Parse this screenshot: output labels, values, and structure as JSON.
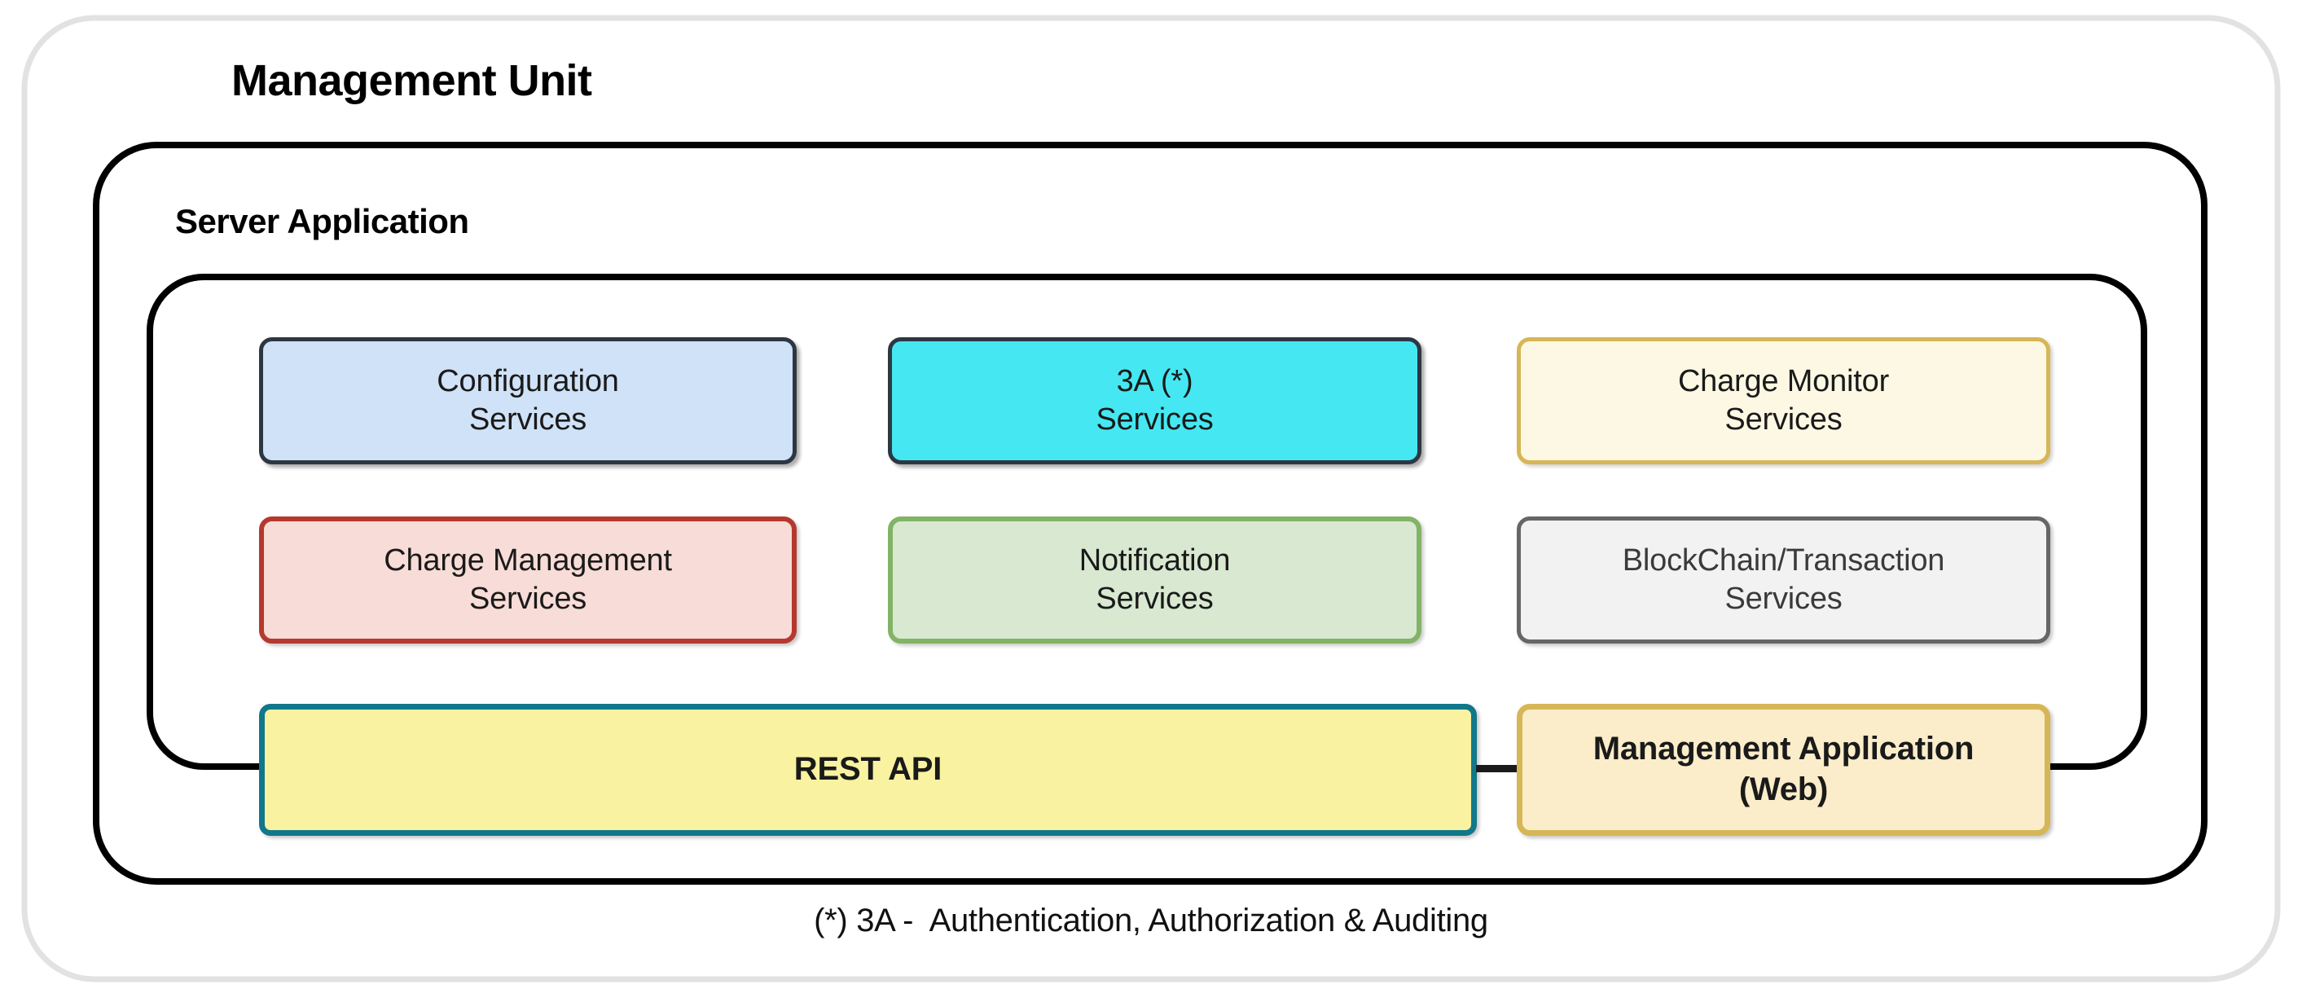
{
  "diagram": {
    "outer_container": {
      "name": "Management Unit",
      "title": "Management Unit",
      "border_color": "#e2e2e2"
    },
    "server_application": {
      "title": "Server Application",
      "border_color": "#000000"
    },
    "services_container": {
      "border_color": "#000000"
    },
    "nodes": [
      {
        "id": "configuration-services",
        "label": "Configuration\nServices",
        "line1": "Configuration",
        "line2": "Services",
        "fill": "#cfe2f7",
        "stroke": "#2d3742"
      },
      {
        "id": "3a-services",
        "label": "3A (*)\nServices",
        "line1": "3A (*)",
        "line2": "Services",
        "fill": "#45e8f2",
        "stroke": "#2d3742"
      },
      {
        "id": "charge-monitor-services",
        "label": "Charge Monitor\nServices",
        "line1": "Charge Monitor",
        "line2": "Services",
        "fill": "#fdf8e3",
        "stroke": "#d6b656"
      },
      {
        "id": "charge-management-services",
        "label": "Charge Management\nServices",
        "line1": "Charge Management",
        "line2": "Services",
        "fill": "#f8dcd7",
        "stroke": "#b5392e"
      },
      {
        "id": "notification-services",
        "label": "Notification\nServices",
        "line1": "Notification",
        "line2": "Services",
        "fill": "#d9e8d1",
        "stroke": "#82b366"
      },
      {
        "id": "blockchain-transaction-services",
        "label": "BlockChain/Transaction\nServices",
        "line1": "BlockChain/Transaction",
        "line2": "Services",
        "fill": "#f2f2f2",
        "stroke": "#666666"
      },
      {
        "id": "rest-api",
        "label": "REST API",
        "line1": "REST API",
        "line2": "",
        "fill": "#f9f2a0",
        "stroke": "#10788a"
      },
      {
        "id": "management-application",
        "label": "Management Application\n(Web)",
        "line1": "Management Application",
        "line2": "(Web)",
        "fill": "#fbedca",
        "stroke": "#d6b656"
      }
    ],
    "connectors": [
      {
        "id": "restapi-to-managementapp",
        "from": "rest-api",
        "to": "management-application",
        "color": "#1a1a1a"
      }
    ],
    "footnote": "(*) 3A -  Authentication, Authorization & Auditing"
  }
}
